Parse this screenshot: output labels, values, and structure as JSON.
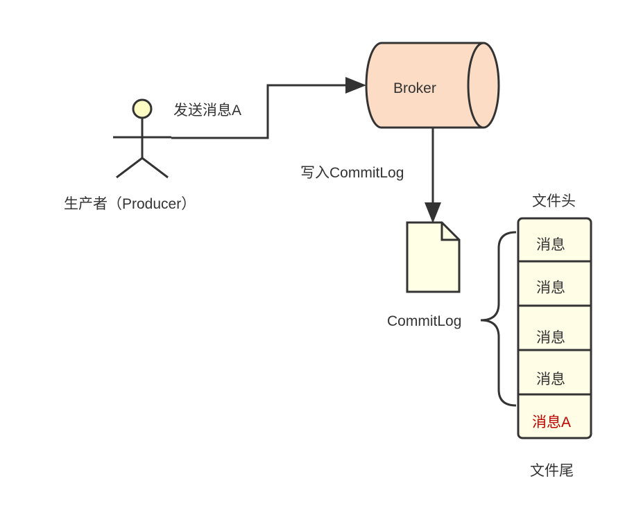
{
  "producer": {
    "label": "生产者（Producer）"
  },
  "send_edge": {
    "label": "发送消息A"
  },
  "broker": {
    "label": "Broker"
  },
  "write_edge": {
    "label": "写入CommitLog"
  },
  "commitlog": {
    "label": "CommitLog"
  },
  "file_header": {
    "label": "文件头"
  },
  "file_footer": {
    "label": "文件尾"
  },
  "messages": [
    {
      "label": "消息",
      "highlight": false
    },
    {
      "label": "消息",
      "highlight": false
    },
    {
      "label": "消息",
      "highlight": false
    },
    {
      "label": "消息",
      "highlight": false
    },
    {
      "label": "消息A",
      "highlight": true
    }
  ],
  "colors": {
    "broker_fill": "#fcdcc4",
    "cell_fill": "#fffde6",
    "doc_fill": "#ffffe6",
    "head_fill": "#fffcc4",
    "stroke": "#333333",
    "highlight_text": "#c00000"
  }
}
